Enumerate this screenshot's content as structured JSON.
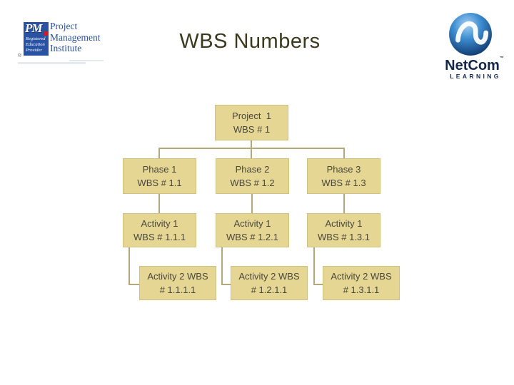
{
  "header": {
    "title": "WBS Numbers",
    "title_color": "#3a391d"
  },
  "logos": {
    "pmi": {
      "monogram": "PM",
      "rep_line1": "Registered",
      "rep_line2": "Education",
      "rep_line3": "Provider",
      "org_line1": "Project",
      "org_line2": "Management",
      "org_line3": "Institute",
      "registered_symbol": "®",
      "blue": "#2a52a2",
      "red": "#c3202a"
    },
    "netcom": {
      "wordmark": "NetCom",
      "tm": "™",
      "tagline": "LEARNING",
      "navy": "#15284b",
      "sphere_blue": "#2f7fc1"
    }
  },
  "chart_data": {
    "type": "org-chart",
    "box_fill": "#e5d693",
    "box_border": "#cfc184",
    "connector_color": "#b2a87c",
    "text_color": "#49483c",
    "levels": {
      "project": {
        "line1": "Project  1",
        "line2": "WBS # 1"
      },
      "phases": [
        {
          "line1": "Phase 1",
          "line2": "WBS # 1.1"
        },
        {
          "line1": "Phase 2",
          "line2": "WBS # 1.2"
        },
        {
          "line1": "Phase 3",
          "line2": "WBS # 1.3"
        }
      ],
      "activities1": [
        {
          "line1": "Activity 1",
          "line2": "WBS # 1.1.1"
        },
        {
          "line1": "Activity 1",
          "line2": "WBS # 1.2.1"
        },
        {
          "line1": "Activity 1",
          "line2": "WBS # 1.3.1"
        }
      ],
      "activities2": [
        {
          "line1": "Activity 2 WBS",
          "line2": "# 1.1.1.1"
        },
        {
          "line1": "Activity 2 WBS",
          "line2": "# 1.2.1.1"
        },
        {
          "line1": "Activity 2 WBS",
          "line2": "# 1.3.1.1"
        }
      ]
    }
  }
}
